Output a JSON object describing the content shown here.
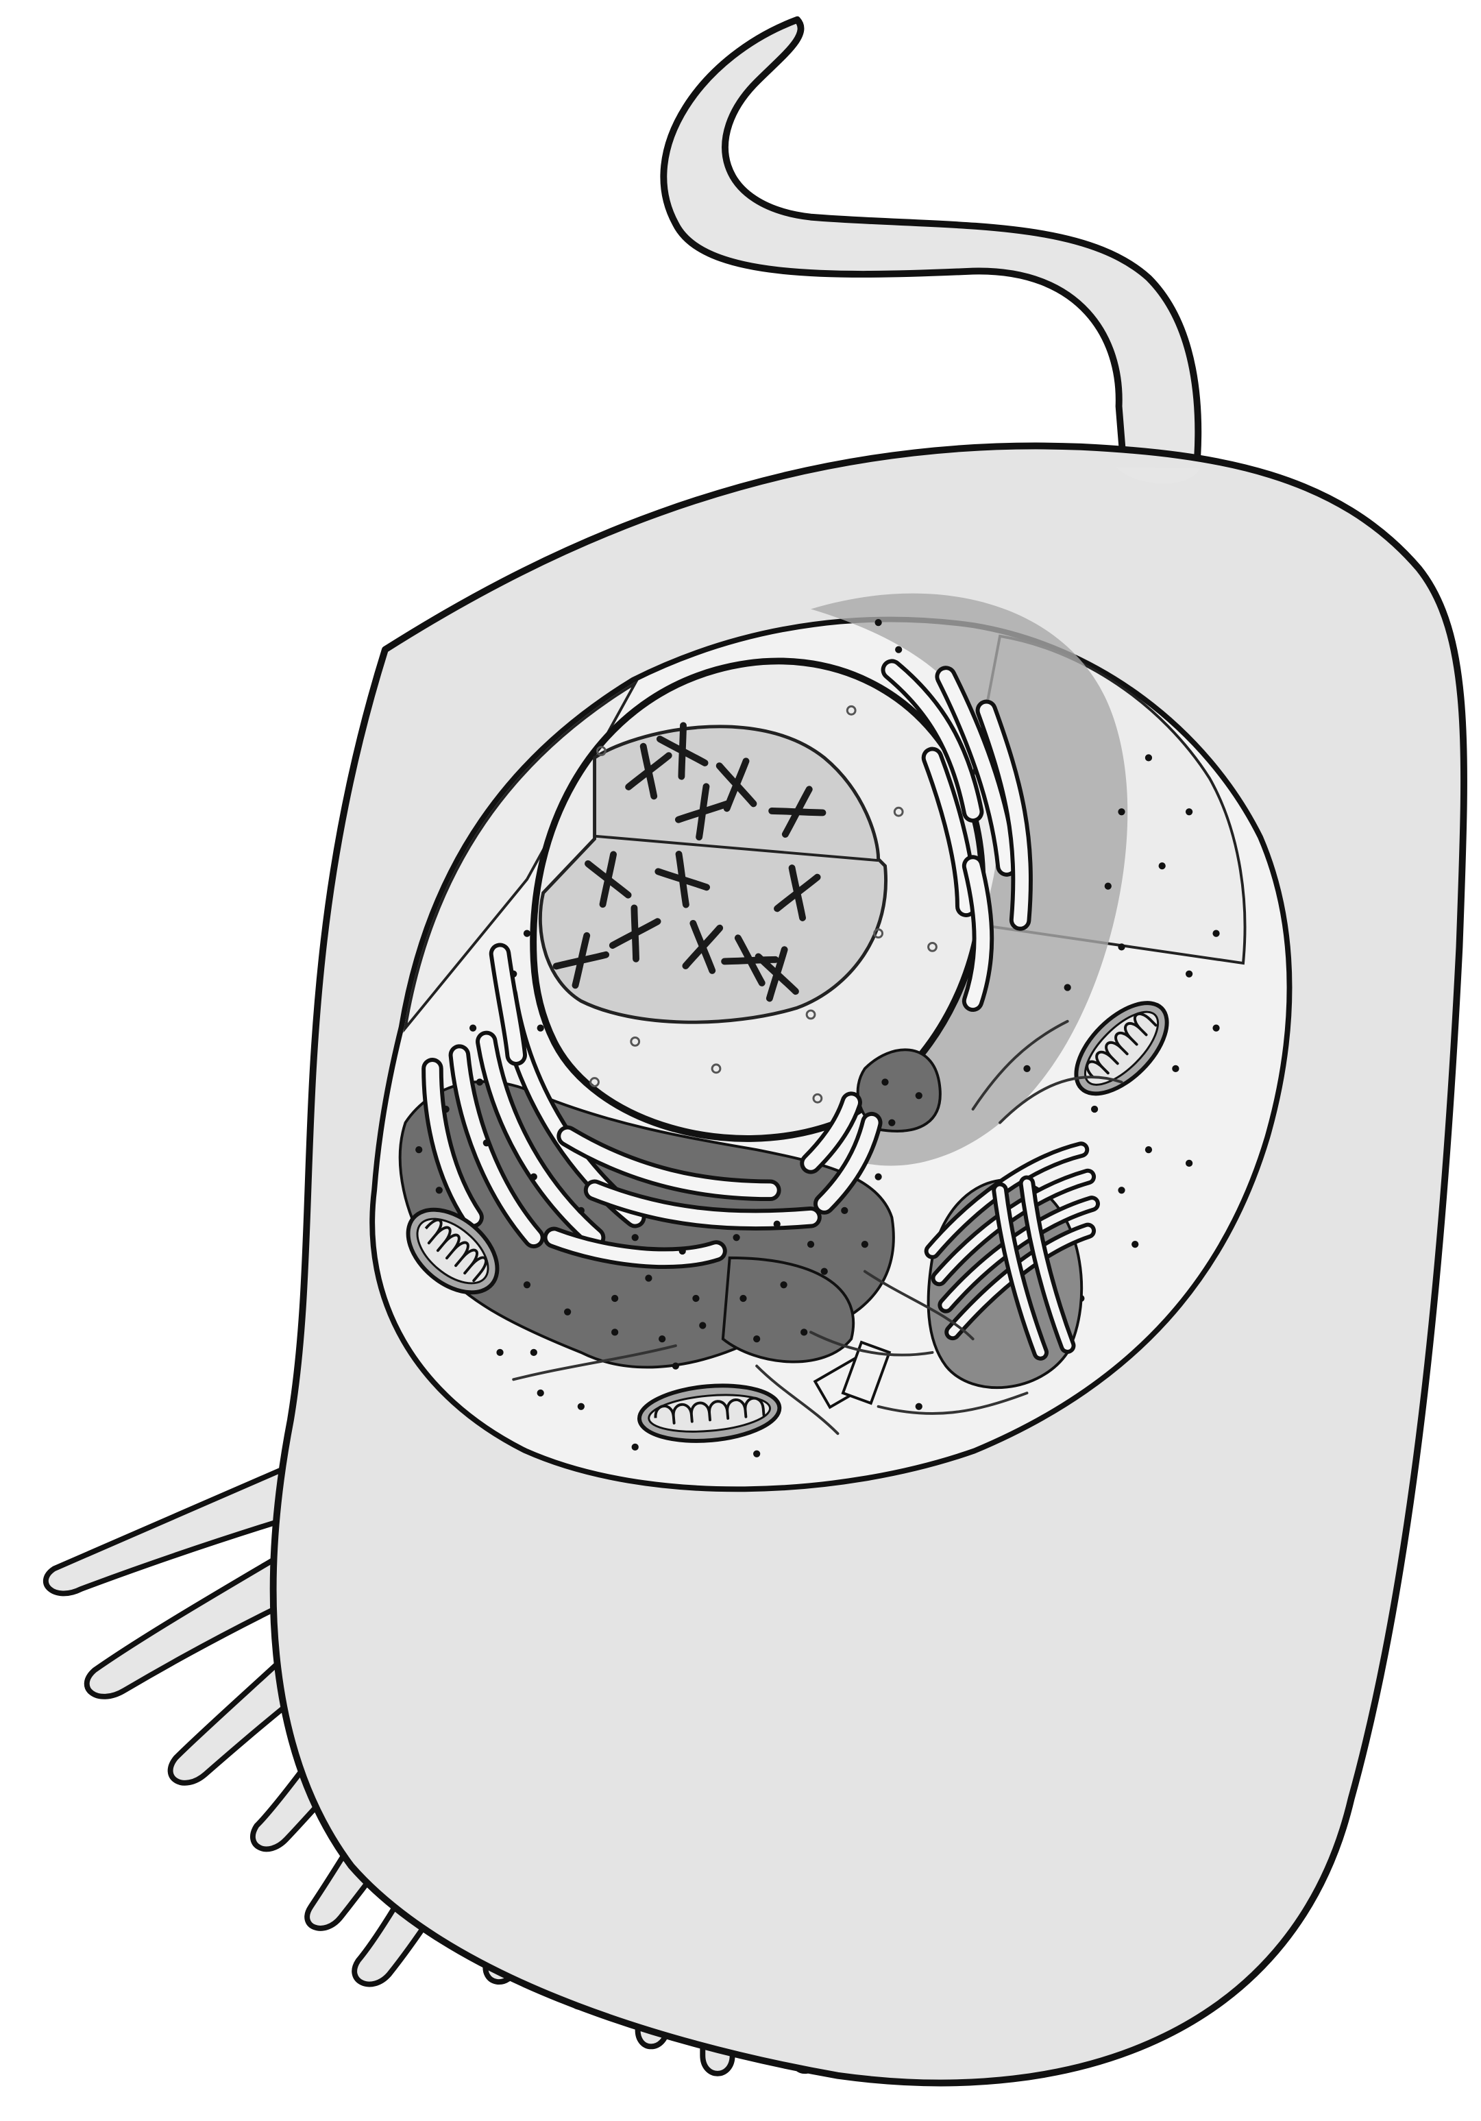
{
  "diagram": {
    "kind": "unlabeled cell illustration",
    "labels": [],
    "colors": {
      "background": "#ffffff",
      "outline": "#111111",
      "cytoplasm": "#e4e4e4",
      "cut_interior": "#f2f2f2",
      "nucleus_envelope": "#ececec",
      "nucleoplasm": "#cfcfcf",
      "shadow": "#9e9e9e",
      "rough_er": "#6e6e6e",
      "golgi": "#8a8a8a",
      "mitochondrion": "#a8a8a8",
      "chromosome": "#1a1a1a"
    },
    "parts": [
      "flagellum",
      "cell-membrane",
      "microvilli",
      "nucleus",
      "chromosomes",
      "rough-endoplasmic-reticulum",
      "golgi-apparatus",
      "mitochondria",
      "centriole",
      "ribosomes",
      "cytoskeleton"
    ]
  }
}
